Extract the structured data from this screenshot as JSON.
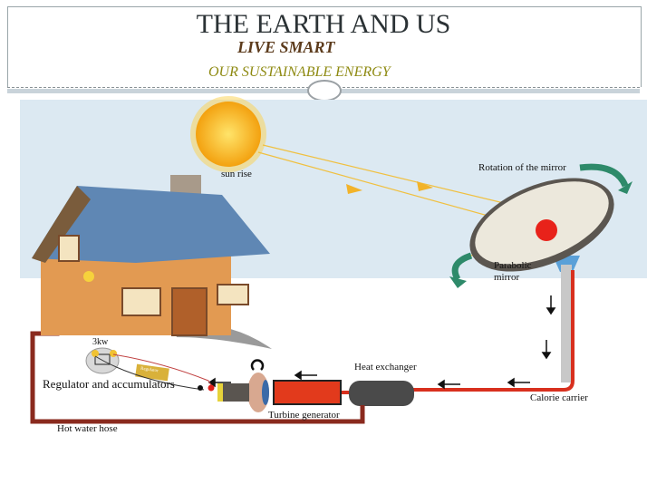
{
  "header": {
    "title": "THE EARTH AND US",
    "subtitle": "LIVE SMART",
    "tagline": "OUR SUSTAINABLE ENERGY"
  },
  "diagram": {
    "labels": {
      "sun": "sun rise",
      "mirror_rotation": "Rotation of the mirror",
      "parabolic_mirror_1": "Parabolic",
      "parabolic_mirror_2": "mirror",
      "power": "3kw",
      "regulator": "Regulator and accumulators",
      "regulator_box": "Regulator",
      "heat_exchanger": "Heat exchanger",
      "calorie_carrier": "Calorie carrier",
      "turbine": "Turbine generator",
      "hose": "Hot water hose"
    },
    "colors": {
      "sky": "#dce9f2",
      "pipe_red": "#d8301e",
      "hose": "#8a2a1e",
      "sun": "#f7b51c"
    }
  }
}
